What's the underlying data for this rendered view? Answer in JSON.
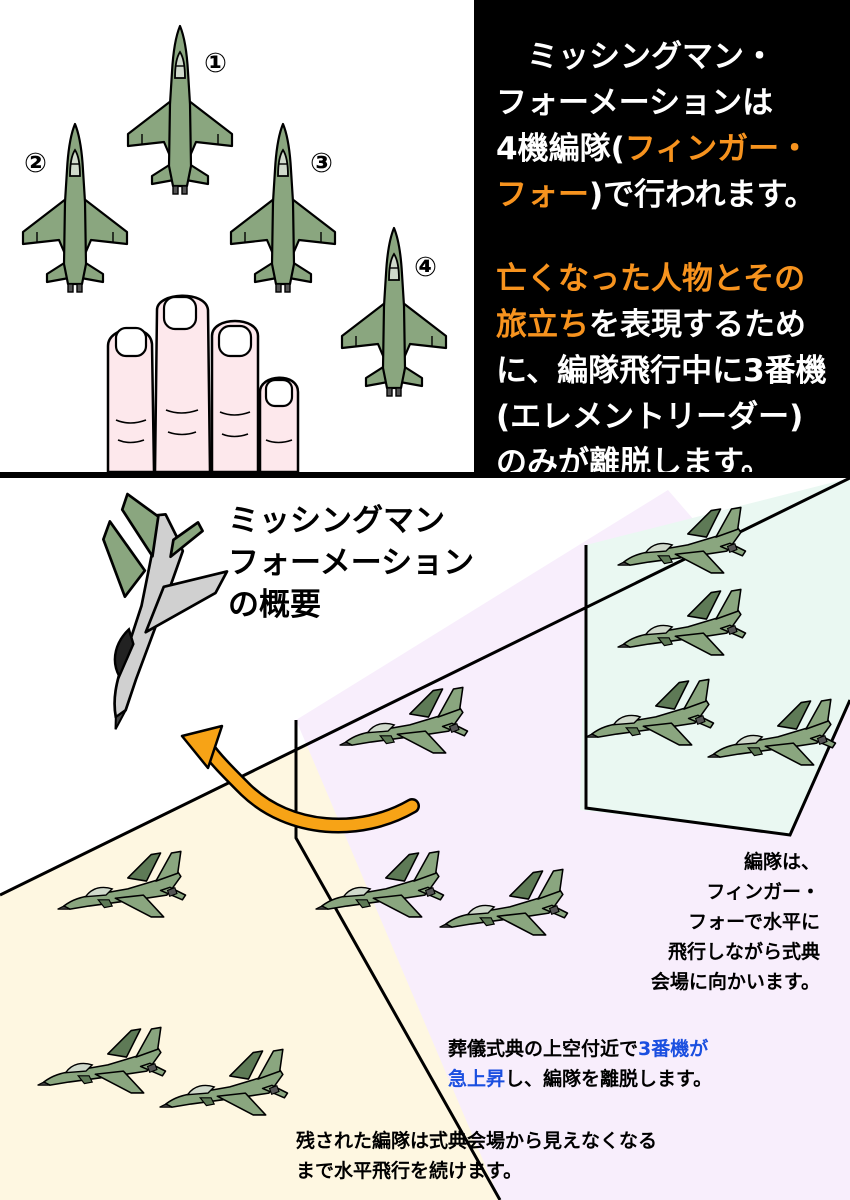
{
  "top": {
    "labels": [
      "①",
      "②",
      "③",
      "④"
    ],
    "info": {
      "para1": [
        {
          "segments": [
            {
              "text": "　ミッシングマン・",
              "color": "white"
            }
          ]
        },
        {
          "segments": [
            {
              "text": "フォーメーションは",
              "color": "white"
            }
          ]
        },
        {
          "segments": [
            {
              "text": "4機編隊(",
              "color": "white"
            },
            {
              "text": "フィンガー・",
              "color": "orange"
            }
          ]
        },
        {
          "segments": [
            {
              "text": "フォー",
              "color": "orange"
            },
            {
              "text": ")で行われます。",
              "color": "white"
            }
          ]
        }
      ],
      "para2": [
        {
          "segments": [
            {
              "text": "亡くなった人物とその",
              "color": "orange"
            }
          ]
        },
        {
          "segments": [
            {
              "text": "旅立ち",
              "color": "orange"
            },
            {
              "text": "を表現するため",
              "color": "white"
            }
          ]
        },
        {
          "segments": [
            {
              "text": "に、編隊飛行中に3番機",
              "color": "white"
            }
          ]
        },
        {
          "segments": [
            {
              "text": "(エレメントリーダー)",
              "color": "white"
            }
          ]
        },
        {
          "segments": [
            {
              "text": "のみが離脱します。",
              "color": "white"
            }
          ]
        }
      ]
    }
  },
  "bottom": {
    "title": [
      "ミッシングマン",
      "フォーメーション",
      "の概要"
    ],
    "caption1": [
      "編隊は、",
      "フィンガー・",
      "フォーで水平に",
      "飛行しながら式典",
      "会場に向かいます。"
    ],
    "caption2": {
      "line1": [
        {
          "text": "葬儀式典の上空付近で",
          "color": "black"
        },
        {
          "text": "3番機が",
          "color": "blue"
        }
      ],
      "line2": [
        {
          "text": "急上昇",
          "color": "blue"
        },
        {
          "text": "し、編隊を離脱します。",
          "color": "black"
        }
      ]
    },
    "caption3": [
      "残された編隊は式典会場から見えなくなる",
      "まで水平飛行を続けます。"
    ]
  },
  "colors": {
    "jet_green": "#8aa67f",
    "jet_dark": "#5e7a56",
    "skin": "#fde8ec",
    "band_cream": "#fef7e1",
    "band_lavender": "#f8eefc",
    "band_mint": "#eaf8f2",
    "arrow": "#f7a316",
    "highlight_orange": "#f7931e",
    "highlight_blue": "#1b4fe0",
    "break_jet_gray": "#d0d0d0"
  },
  "icons": [
    "jet-topdown-icon",
    "jet-side-icon",
    "hand-fingers-icon",
    "curved-arrow-icon"
  ]
}
